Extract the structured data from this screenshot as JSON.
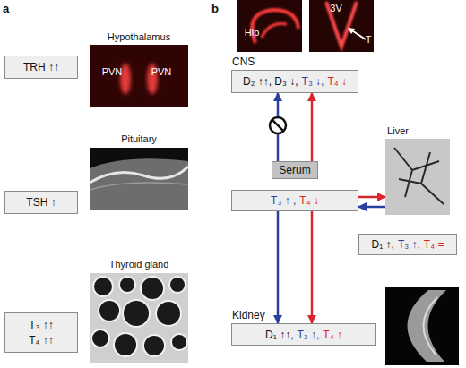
{
  "diagram": {
    "nodes": [
      {
        "text": [
          "TRH ↑↑"
        ]
      },
      {
        "text": [
          "Hypothalamus",
          "PVN",
          "PVN"
        ]
      },
      {
        "text": [
          "TSH ↑"
        ]
      },
      {
        "text": [
          "Pituitary"
        ]
      },
      {
        "text": [
          "T₃ ↑↑",
          "T₄ ↑↑"
        ]
      },
      {
        "text": [
          "Thyroid gland"
        ]
      },
      {
        "text": [
          "Hip"
        ]
      },
      {
        "text": [
          "3V",
          "T"
        ]
      },
      {
        "text": [
          "CNS",
          "D₂ ↑↑, D₃ ↓,",
          "T₃ ↓,",
          "T₄ ↓"
        ]
      },
      {
        "text": [
          "Serum"
        ]
      },
      {
        "text": [
          "T₃ ↑ ,",
          "T₄ ↓"
        ]
      },
      {
        "text": [
          "Liver"
        ]
      },
      {
        "text": [
          "D₁ ↑,",
          "T₃ ↑,",
          "T₄ ="
        ]
      },
      {
        "text": [
          "Kidney",
          "D₁ ↑↑,",
          "T₃ ↑,",
          "T₄ ↑"
        ]
      }
    ],
    "edges": [
      {
        "from": 9,
        "to": 8,
        "arrow": "to"
      },
      {
        "from": 9,
        "to": 8,
        "arrow": "to"
      },
      {
        "from": 10,
        "to": 11,
        "arrow": "to"
      },
      {
        "from": 11,
        "to": 10,
        "arrow": "to"
      },
      {
        "from": 10,
        "to": 13,
        "arrow": "to"
      },
      {
        "from": 10,
        "to": 13,
        "arrow": "to"
      }
    ],
    "labels": [
      "a",
      "b"
    ]
  }
}
